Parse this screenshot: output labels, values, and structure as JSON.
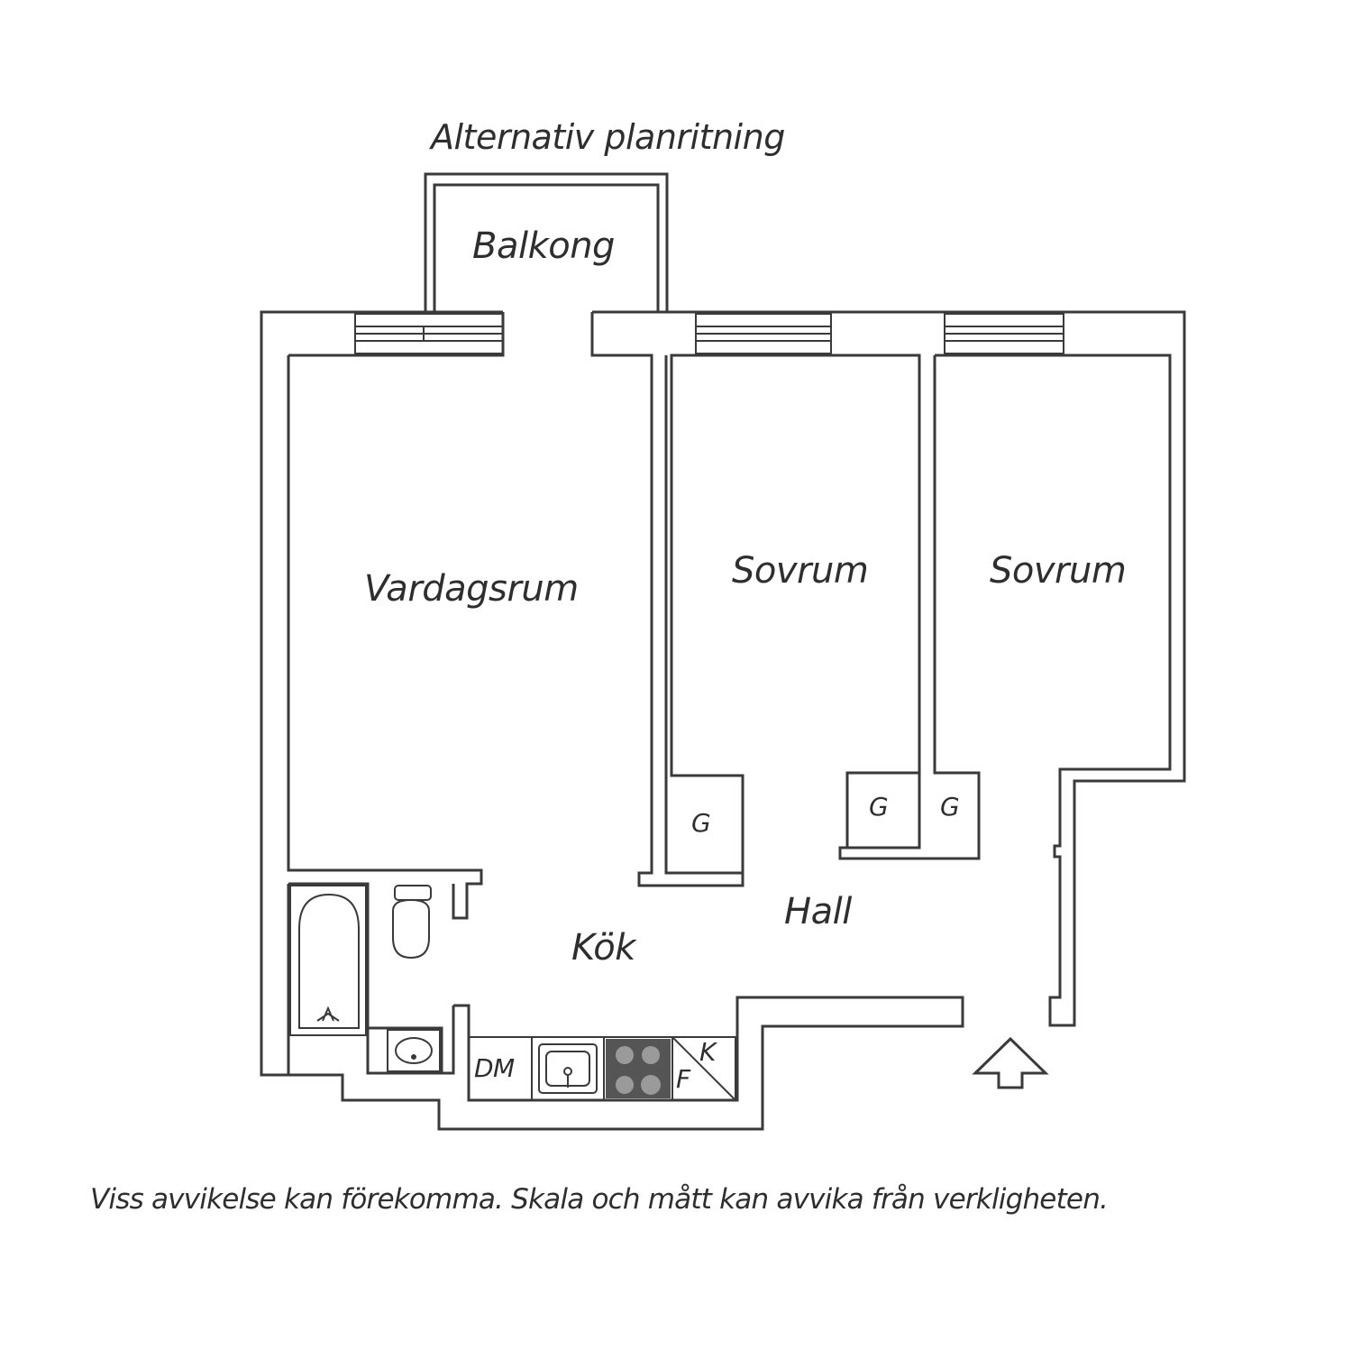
{
  "plan": {
    "title": "Alternativ planritning",
    "rooms": {
      "balkong": "Balkong",
      "vardagsrum": "Vardagsrum",
      "sovrum_1": "Sovrum",
      "sovrum_2": "Sovrum",
      "kok": "Kök",
      "hall": "Hall"
    },
    "fixtures": {
      "garderob_1": "G",
      "garderob_2": "G",
      "garderob_3": "G",
      "diskmaskin": "DM",
      "kyl": "K",
      "frys": "F"
    },
    "disclaimer": "Viss avvikelse kan förekomma. Skala och mått kan avvika från verkligheten.",
    "icons": [
      "entrance-arrow-icon",
      "bathtub-icon",
      "toilet-icon",
      "washbasin-icon",
      "sink-icon",
      "stove-icon"
    ],
    "colors": {
      "line": "#3a3a3a",
      "text": "#2e2e2e",
      "stove": "#555555",
      "background": "#ffffff"
    }
  }
}
